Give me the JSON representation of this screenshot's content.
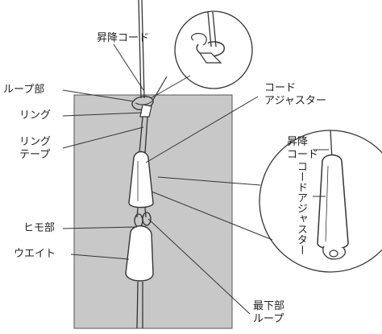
{
  "colors": {
    "panel": "#c8c8c8",
    "panel_edge": "#555555",
    "line": "#333333",
    "fill_white": "#ffffff",
    "text": "#222222"
  },
  "labels": {
    "lift_cord": "昇降コード",
    "loop_part": "ループ部",
    "ring": "リング",
    "ring_tape_1": "リング",
    "ring_tape_2": "テープ",
    "cord_adjuster_1": "コード",
    "cord_adjuster_2": "アジャスター",
    "himo_part": "ヒモ部",
    "weight": "ウエイト",
    "bottom_loop_1": "最下部",
    "bottom_loop_2": "ループ"
  },
  "detail_labels": {
    "lift_1": "昇降",
    "lift_2": "コード",
    "adjuster_vertical": "コードアジャスター"
  }
}
